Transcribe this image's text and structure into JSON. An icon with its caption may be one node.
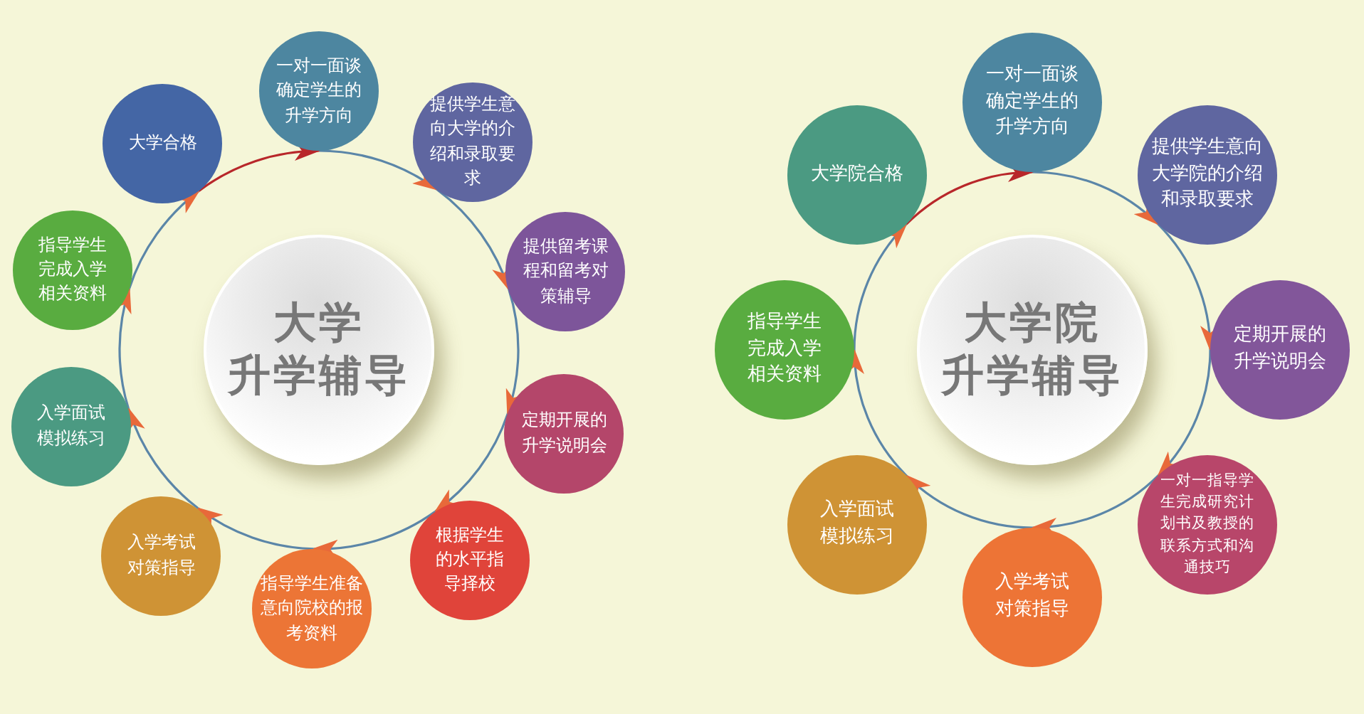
{
  "diagram": {
    "nodes": [
      {
        "text": [
          "大学",
          "升学辅导"
        ]
      },
      {
        "text": [
          "一对一面谈确定学生的升学方向"
        ]
      },
      {
        "text": [
          "提供学生意向大学的介绍和录取要求"
        ]
      },
      {
        "text": [
          "提供留考课程和留考对策辅导"
        ]
      },
      {
        "text": [
          "定期开展的升学说明会"
        ]
      },
      {
        "text": [
          "根据学生的水平指导择校"
        ]
      },
      {
        "text": [
          "指导学生准备意向院校的报考资料"
        ]
      },
      {
        "text": [
          "入学考试对策指导"
        ]
      },
      {
        "text": [
          "入学面试模拟练习"
        ]
      },
      {
        "text": [
          "指导学生完成入学相关资料"
        ]
      },
      {
        "text": [
          "大学合格"
        ]
      },
      {
        "text": [
          "大学院",
          "升学辅导"
        ]
      },
      {
        "text": [
          "一对一面谈确定学生的升学方向"
        ]
      },
      {
        "text": [
          "提供学生意向大学院的介绍和录取要求"
        ]
      },
      {
        "text": [
          "定期开展的升学说明会"
        ]
      },
      {
        "text": [
          "一对一指导学生完成研究计划书及教授的联系方式和沟通技巧"
        ]
      },
      {
        "text": [
          "入学考试对策指导"
        ]
      },
      {
        "text": [
          "入学面试模拟练习"
        ]
      },
      {
        "text": [
          "指导学生完成入学相关资料"
        ]
      },
      {
        "text": [
          "大学院合格"
        ]
      }
    ],
    "edges": [
      {
        "from": 1,
        "to": 2,
        "arrow": "to"
      },
      {
        "from": 2,
        "to": 3,
        "arrow": "to"
      },
      {
        "from": 3,
        "to": 4,
        "arrow": "to"
      },
      {
        "from": 4,
        "to": 5,
        "arrow": "to"
      },
      {
        "from": 5,
        "to": 6,
        "arrow": "to"
      },
      {
        "from": 6,
        "to": 7,
        "arrow": "to"
      },
      {
        "from": 7,
        "to": 8,
        "arrow": "to"
      },
      {
        "from": 8,
        "to": 9,
        "arrow": "to"
      },
      {
        "from": 9,
        "to": 10,
        "arrow": "to"
      },
      {
        "from": 10,
        "to": 1,
        "arrow": "to",
        "color": "#b8272a"
      },
      {
        "from": 12,
        "to": 13,
        "arrow": "to"
      },
      {
        "from": 13,
        "to": 14,
        "arrow": "to"
      },
      {
        "from": 14,
        "to": 15,
        "arrow": "to"
      },
      {
        "from": 15,
        "to": 16,
        "arrow": "to"
      },
      {
        "from": 16,
        "to": 17,
        "arrow": "to"
      },
      {
        "from": 17,
        "to": 18,
        "arrow": "to"
      },
      {
        "from": 18,
        "to": 19,
        "arrow": "to"
      },
      {
        "from": 19,
        "to": 12,
        "arrow": "to",
        "color": "#b8272a"
      }
    ]
  }
}
